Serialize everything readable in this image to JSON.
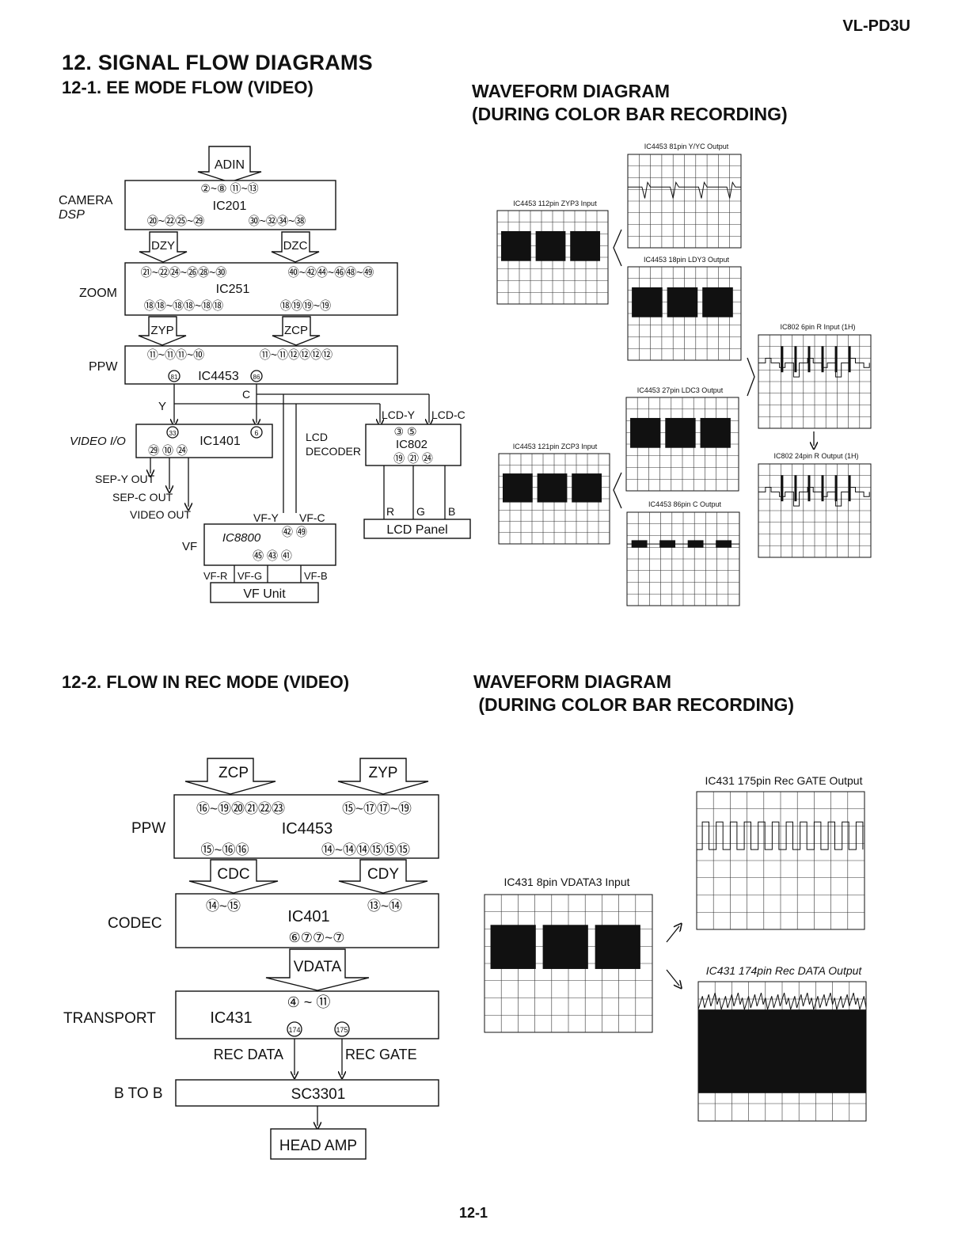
{
  "header": {
    "model": "VL-PD3U",
    "page_number": "12-1"
  },
  "section": {
    "title": "12. SIGNAL FLOW DIAGRAMS"
  },
  "ee": {
    "title": "12-1. EE MODE FLOW (VIDEO)",
    "wave_title_1": "WAVEFORM DIAGRAM",
    "wave_title_2": "(DURING COLOR BAR RECORDING)",
    "adin": "ADIN",
    "camera_label_1": "CAMERA",
    "camera_label_2": "DSP",
    "ic201": "IC201",
    "ic201_pins_top": "②~⑧ ⑪~⑬",
    "ic201_pins_bl": "⑳~㉒㉕~㉙",
    "ic201_pins_br": "㉚~㉜㉞~㊳",
    "dzy": "DZY",
    "dzc": "DZC",
    "zoom_label": "ZOOM",
    "ic251": "IC251",
    "ic251_pins_tl": "㉑~㉒㉔~㉖㉘~㉚",
    "ic251_pins_tr": "㊵~㊷㊹~㊻㊽~㊾",
    "ic251_pins_bl": "⑱⑱~⑱⑱~⑱⑱",
    "ic251_pins_br": "⑱⑲⑲~⑲",
    "zyp": "ZYP",
    "zcp": "ZCP",
    "ppw_label": "PPW",
    "ic4453": "IC4453",
    "ic4453_pins_tl": "⑪~⑪⑪~⑩",
    "ic4453_pins_tr": "⑪~⑪⑫⑫⑫⑫",
    "ic4453_pin_81": "81",
    "ic4453_pin_86": "86",
    "y_label": "Y",
    "c_label": "C",
    "video_io_label": "VIDEO I/O",
    "ic1401": "IC1401",
    "ic1401_pin_33": "33",
    "ic1401_pin_6": "6",
    "ic1401_pins_bottom": "㉙ ⑩ ㉔",
    "sep_y_out": "SEP-Y OUT",
    "sep_c_out": "SEP-C OUT",
    "video_out": "VIDEO OUT",
    "lcd_decoder_1": "LCD",
    "lcd_decoder_2": "DECODER",
    "lcd_y": "LCD-Y",
    "lcd_c": "LCD-C",
    "ic802": "IC802",
    "ic802_pins_top": "③ ⑤",
    "ic802_pins_bottom": "⑲ ㉑ ㉔",
    "r": "R",
    "g": "G",
    "b": "B",
    "lcd_panel": "LCD Panel",
    "vf_y": "VF-Y",
    "vf_c": "VF-C",
    "vf_label": "VF",
    "ic8800": "IC8800",
    "ic8800_pins_top": "㊷ ㊾",
    "ic8800_pins_bottom": "㊺ ㊸ ㊶",
    "vf_r": "VF-R",
    "vf_g": "VF-G",
    "vf_b": "VF-B",
    "vf_unit": "VF Unit",
    "waves": {
      "w1": "IC4453 81pin Y/YC Output",
      "w2": "IC4453 112pin ZYP3 Input",
      "w3": "IC4453 18pin LDY3 Output",
      "w4": "IC802 6pin R Input (1H)",
      "w5": "IC4453 27pin LDC3 Output",
      "w6": "IC4453 121pin ZCP3 Input",
      "w7": "IC802 24pin R Output (1H)",
      "w8": "IC4453 86pin C Output"
    }
  },
  "rec": {
    "title": "12-2. FLOW IN REC MODE (VIDEO)",
    "wave_title_1": "WAVEFORM DIAGRAM",
    "wave_title_2": " (DURING COLOR BAR RECORDING)",
    "zcp": "ZCP",
    "zyp": "ZYP",
    "ppw_label": "PPW",
    "ic4453": "IC4453",
    "ic4453_pins_tl": "⑯~⑲⑳㉑㉒㉓",
    "ic4453_pins_tr": "⑮~⑰⑰~⑲",
    "ic4453_pins_bl": "⑮~⑯⑯",
    "ic4453_pins_br": "⑭~⑭⑭⑮⑮⑮",
    "cdc": "CDC",
    "cdy": "CDY",
    "codec_label": "CODEC",
    "ic401": "IC401",
    "ic401_pins_tl": "⑭~⑮",
    "ic401_pins_tr": "⑬~⑭",
    "ic401_pins_bottom": "⑥⑦⑦~⑦",
    "vdata": "VDATA",
    "transport_label": "TRANSPORT",
    "ic431": "IC431",
    "ic431_pins_top": "④ ~ ⑪",
    "ic431_pin_174": "174",
    "ic431_pin_175": "175",
    "rec_data": "REC DATA",
    "rec_gate": "REC GATE",
    "btob_label": "B TO B",
    "sc3301": "SC3301",
    "head_amp": "HEAD AMP",
    "waves": {
      "w1": "IC431 175pin Rec GATE Output",
      "w2": "IC431 8pin VDATA3 Input",
      "w3": "IC431 174pin Rec DATA Output"
    }
  }
}
